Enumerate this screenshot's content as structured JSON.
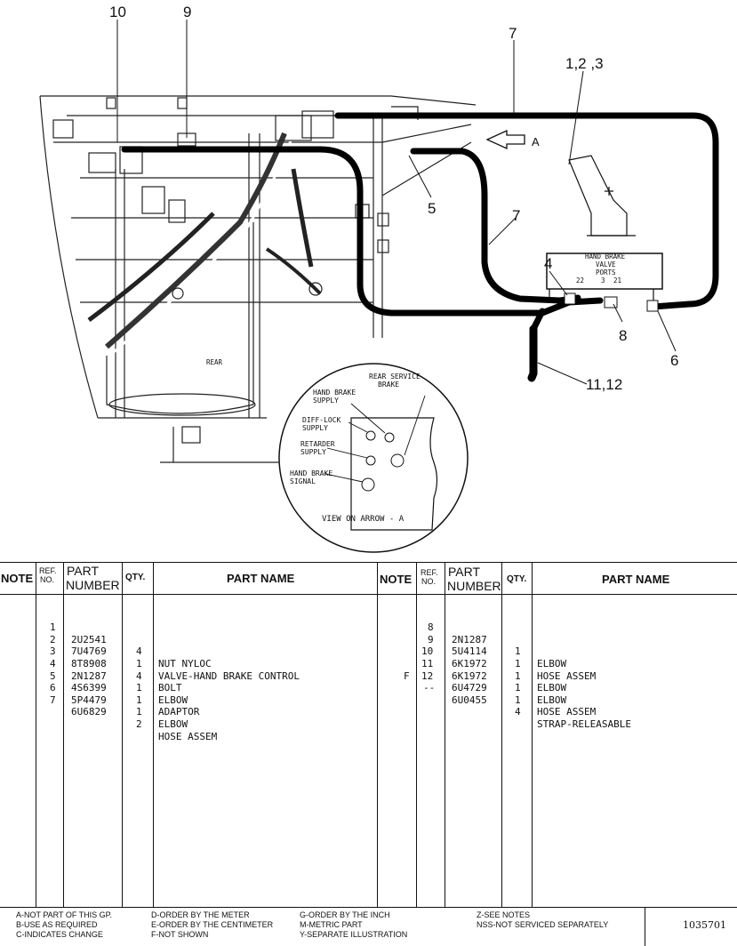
{
  "callouts": {
    "c10": "10",
    "c9": "9",
    "c7a": "7",
    "c123": "1,2 ,3",
    "arrowA": "A",
    "c5": "5",
    "c7b": "7",
    "c4": "4",
    "c8": "8",
    "c6": "6",
    "c1112": "11,12"
  },
  "illustration_labels": {
    "rear": "REAR",
    "valve_l1": "HAND BRAKE",
    "valve_l2": "VALVE",
    "valve_l3": "PORTS",
    "port22": "22",
    "port3": "3",
    "port21": "21"
  },
  "view_detail": {
    "rear_service_1": "REAR SERVICE",
    "rear_service_2": "BRAKE",
    "hand_supply_1": "HAND BRAKE",
    "hand_supply_2": "SUPPLY",
    "diff_lock_1": "DIFF-LOCK",
    "diff_lock_2": "SUPPLY",
    "retarder_1": "RETARDER",
    "retarder_2": "SUPPLY",
    "hand_signal_1": "HAND BRAKE",
    "hand_signal_2": "SIGNAL",
    "caption": "VIEW ON ARROW - A"
  },
  "table": {
    "headers": {
      "note": "NOTE",
      "ref_1": "REF.",
      "ref_2": "NO.",
      "part_1": "PART",
      "part_2": "NUMBER",
      "qty": "QTY.",
      "name": "PART NAME"
    },
    "left_rows": [
      {
        "note": "",
        "ref": "1",
        "part": "2U2541",
        "qty": "4",
        "name": "NUT NYLOC"
      },
      {
        "note": "",
        "ref": "2",
        "part": "7U4769",
        "qty": "1",
        "name": "VALVE-HAND BRAKE CONTROL"
      },
      {
        "note": "",
        "ref": "3",
        "part": "8T8908",
        "qty": "4",
        "name": "BOLT"
      },
      {
        "note": "",
        "ref": "4",
        "part": "2N1287",
        "qty": "1",
        "name": "ELBOW"
      },
      {
        "note": "",
        "ref": "5",
        "part": "4S6399",
        "qty": "1",
        "name": "ADAPTOR"
      },
      {
        "note": "",
        "ref": "6",
        "part": "5P4479",
        "qty": "1",
        "name": "ELBOW"
      },
      {
        "note": "",
        "ref": "7",
        "part": "6U6829",
        "qty": "2",
        "name": "HOSE ASSEM"
      }
    ],
    "right_rows": [
      {
        "note": "",
        "ref": "8",
        "part": "2N1287",
        "qty": "1",
        "name": "ELBOW"
      },
      {
        "note": "",
        "ref": "9",
        "part": "5U4114",
        "qty": "1",
        "name": "HOSE ASSEM"
      },
      {
        "note": "",
        "ref": "10",
        "part": "6K1972",
        "qty": "1",
        "name": "ELBOW"
      },
      {
        "note": "",
        "ref": "11",
        "part": "6K1972",
        "qty": "1",
        "name": "ELBOW"
      },
      {
        "note": "",
        "ref": "12",
        "part": "6U4729",
        "qty": "1",
        "name": "HOSE ASSEM"
      },
      {
        "note": "F",
        "ref": "--",
        "part": "6U0455",
        "qty": "4",
        "name": "STRAP-RELEASABLE"
      }
    ]
  },
  "legend": {
    "col1": [
      "A-NOT PART OF THIS GP.",
      "B-USE AS REQUIRED",
      "C-INDICATES CHANGE"
    ],
    "col2": [
      "D-ORDER BY THE METER",
      "E-ORDER BY THE CENTIMETER",
      "F-NOT SHOWN"
    ],
    "col3": [
      "G-ORDER BY THE INCH",
      "M-METRIC PART",
      "Y-SEPARATE ILLUSTRATION"
    ],
    "col4": [
      "Z-SEE NOTES",
      "NSS-NOT SERVICED SEPARATELY"
    ],
    "doc_number": "1035701"
  }
}
